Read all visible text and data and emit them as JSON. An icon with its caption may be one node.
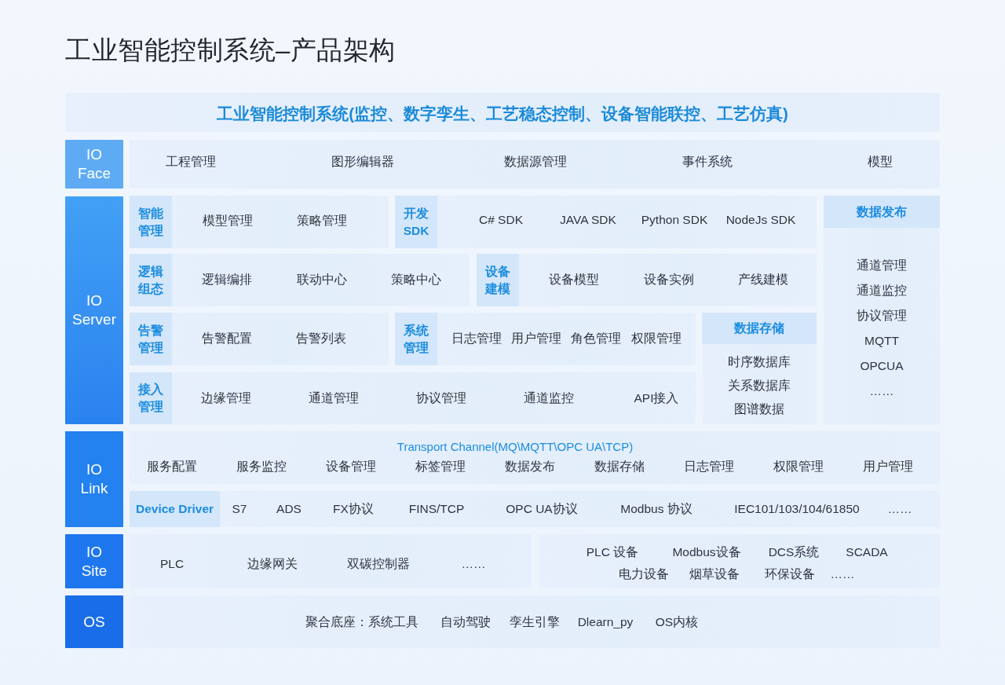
{
  "diagram": {
    "title": "工业智能控制系统–产品架构",
    "nodes": [
      {
        "text": [
          "工业智能控制系统(监控、数字孪生、工艺稳态控制、设备智能联控、工艺仿真)"
        ]
      },
      {
        "text": [
          "IO Face"
        ]
      },
      {
        "text": [
          "工程管理",
          "图形编辑器",
          "数据源管理",
          "事件系统",
          "模型"
        ]
      },
      {
        "text": [
          "IO Server"
        ]
      },
      {
        "text": [
          "模型管理",
          "策略管理"
        ]
      },
      {
        "text": [
          "智能管理"
        ],
        "in": 4
      },
      {
        "text": [
          "C# SDK",
          "JAVA SDK",
          "Python SDK",
          "NodeJs SDK"
        ]
      },
      {
        "text": [
          "开发SDK"
        ],
        "in": 6
      },
      {
        "text": [
          "通道管理",
          "通道监控",
          "协议管理",
          "MQTT",
          "OPCUA",
          "……"
        ]
      },
      {
        "text": [
          "数据发布"
        ],
        "in": 8
      },
      {
        "text": [
          "逻辑编排",
          "联动中心",
          "策略中心"
        ]
      },
      {
        "text": [
          "逻辑组态"
        ],
        "in": 10
      },
      {
        "text": [
          "设备模型",
          "设备实例",
          "产线建模"
        ]
      },
      {
        "text": [
          "设备建模"
        ],
        "in": 12
      },
      {
        "text": [
          "告警配置",
          "告警列表"
        ]
      },
      {
        "text": [
          "告警管理"
        ],
        "in": 14
      },
      {
        "text": [
          "日志管理",
          "用户管理",
          "角色管理",
          "权限管理"
        ]
      },
      {
        "text": [
          "系统管理"
        ],
        "in": 16
      },
      {
        "text": [
          "时序数据库",
          "关系数据库",
          "图谱数据"
        ]
      },
      {
        "text": [
          "数据存储"
        ],
        "in": 18
      },
      {
        "text": [
          "边缘管理",
          "通道管理",
          "协议管理",
          "通道监控",
          "API接入"
        ]
      },
      {
        "text": [
          "接入管理"
        ],
        "in": 20
      },
      {
        "text": [
          "IO Link"
        ]
      },
      {
        "text": [
          "Transport Channel(MQ\\MQTT\\OPC UA\\TCP)",
          "服务配置",
          "服务监控",
          "设备管理",
          "标签管理",
          "数据发布",
          "数据存储",
          "日志管理",
          "权限管理",
          "用户管理"
        ]
      },
      {
        "text": [
          "S7",
          "ADS",
          "FX协议",
          "FINS/TCP",
          "OPC UA协议",
          "Modbus 协议",
          "IEC101/103/104/61850",
          "……"
        ]
      },
      {
        "text": [
          "Device Driver"
        ],
        "in": 24
      },
      {
        "text": [
          "IO Site"
        ]
      },
      {
        "text": [
          "PLC",
          "边缘网关",
          "双碳控制器",
          "……"
        ]
      },
      {
        "text": [
          "PLC 设备",
          "Modbus设备",
          "DCS系统",
          "SCADA",
          "电力设备",
          "烟草设备",
          "环保设备",
          "……"
        ]
      },
      {
        "text": [
          "OS"
        ]
      },
      {
        "text": [
          "聚合底座：系统工具",
          "自动驾驶",
          "孪生引擎",
          "Dlearn_py",
          "OS内核"
        ]
      }
    ]
  }
}
